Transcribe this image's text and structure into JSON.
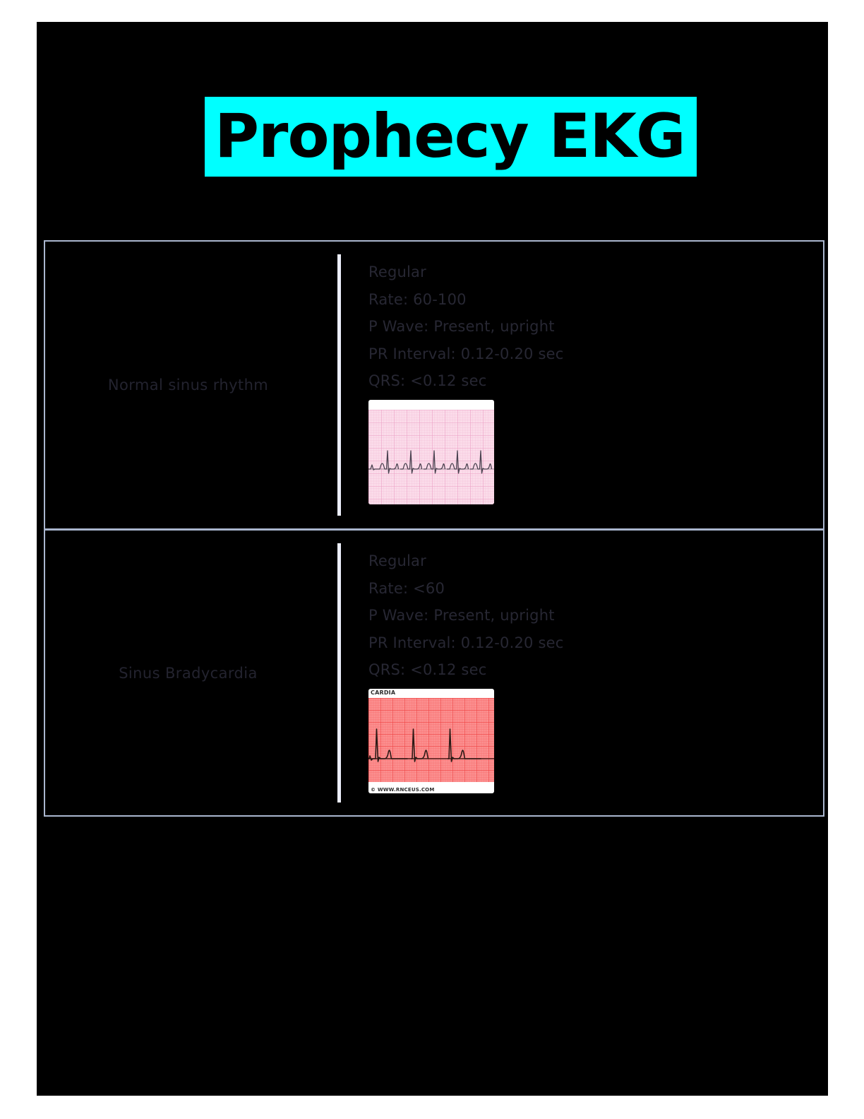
{
  "page": {
    "title": "Prophecy EKG",
    "background_color": "#000000",
    "title_highlight_color": "#00FFFF",
    "title_text_color": "#000000",
    "table_border_color": "#aab6ce",
    "divider_color": "#eceefb",
    "body_text_color": "#272733"
  },
  "table": {
    "rows": [
      {
        "name": "Normal sinus rhythm",
        "details": [
          "Regular",
          "Rate: 60-100",
          "P Wave:  Present, upright",
          "PR Interval: 0.12-0.20 sec",
          "QRS: <0.12 sec"
        ],
        "strip": {
          "name": "normal-sinus-rhythm-ekg-strip",
          "paper_color": "#f7cee3",
          "trace_color": "#4a4250",
          "caption_top": "",
          "caption_bottom": ""
        }
      },
      {
        "name": "Sinus Bradycardia",
        "details": [
          "Regular",
          "Rate: <60",
          "P Wave:  Present, upright",
          "PR Interval: 0.12-0.20 sec",
          "QRS: <0.12 sec"
        ],
        "strip": {
          "name": "sinus-bradycardia-ekg-strip",
          "paper_color": "#fb6d6d",
          "trace_color": "#2b1a16",
          "caption_top": "CARDIA",
          "caption_bottom": "© WWW.RNCEUS.COM"
        }
      }
    ]
  }
}
